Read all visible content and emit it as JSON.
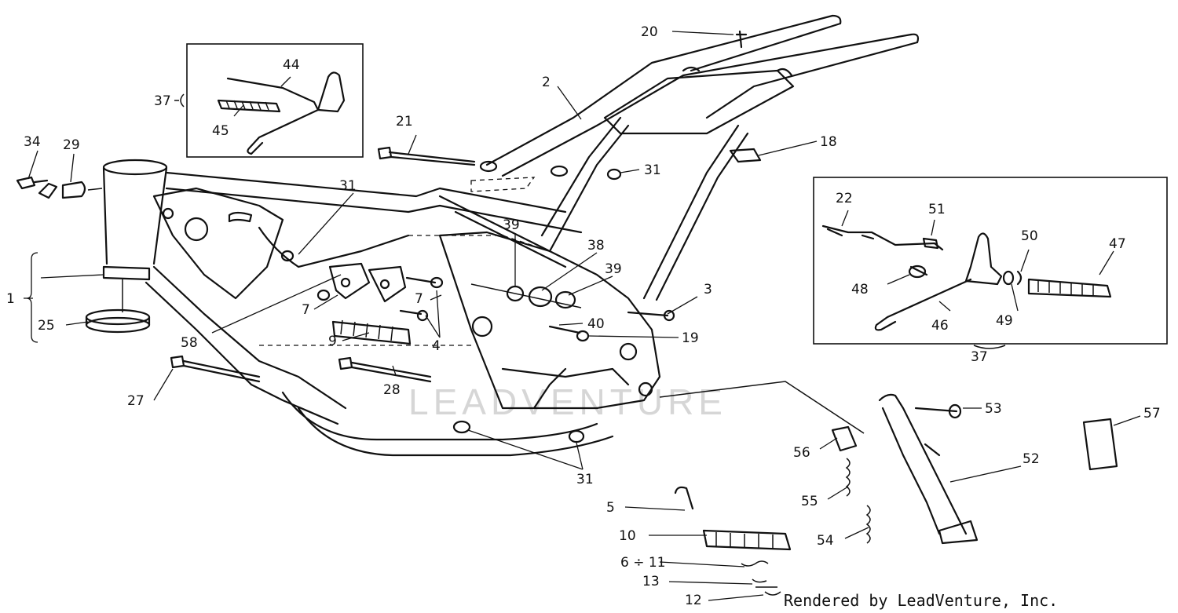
{
  "diagram": {
    "credit": "Rendered by LeadVenture, Inc.",
    "watermark": "LEADVENTURE",
    "callouts": {
      "c1": "1",
      "c2": "2",
      "c3": "3",
      "c4": "4",
      "c5": "5",
      "c6_11": "6 ÷ 11",
      "c7a": "7",
      "c7b": "7",
      "c9": "9",
      "c10": "10",
      "c12": "12",
      "c13": "13",
      "c18": "18",
      "c19": "19",
      "c20": "20",
      "c21": "21",
      "c22": "22",
      "c25": "25",
      "c27": "27",
      "c28": "28",
      "c29": "29",
      "c31a": "31",
      "c31b": "31",
      "c31c": "31",
      "c34": "34",
      "c37a": "37",
      "c37b": "37",
      "c38": "38",
      "c39a": "39",
      "c39b": "39",
      "c40": "40",
      "c44": "44",
      "c45": "45",
      "c46": "46",
      "c47": "47",
      "c48": "48",
      "c49": "49",
      "c50": "50",
      "c51": "51",
      "c52": "52",
      "c53": "53",
      "c54": "54",
      "c55": "55",
      "c56": "56",
      "c57": "57",
      "c58": "58"
    }
  }
}
